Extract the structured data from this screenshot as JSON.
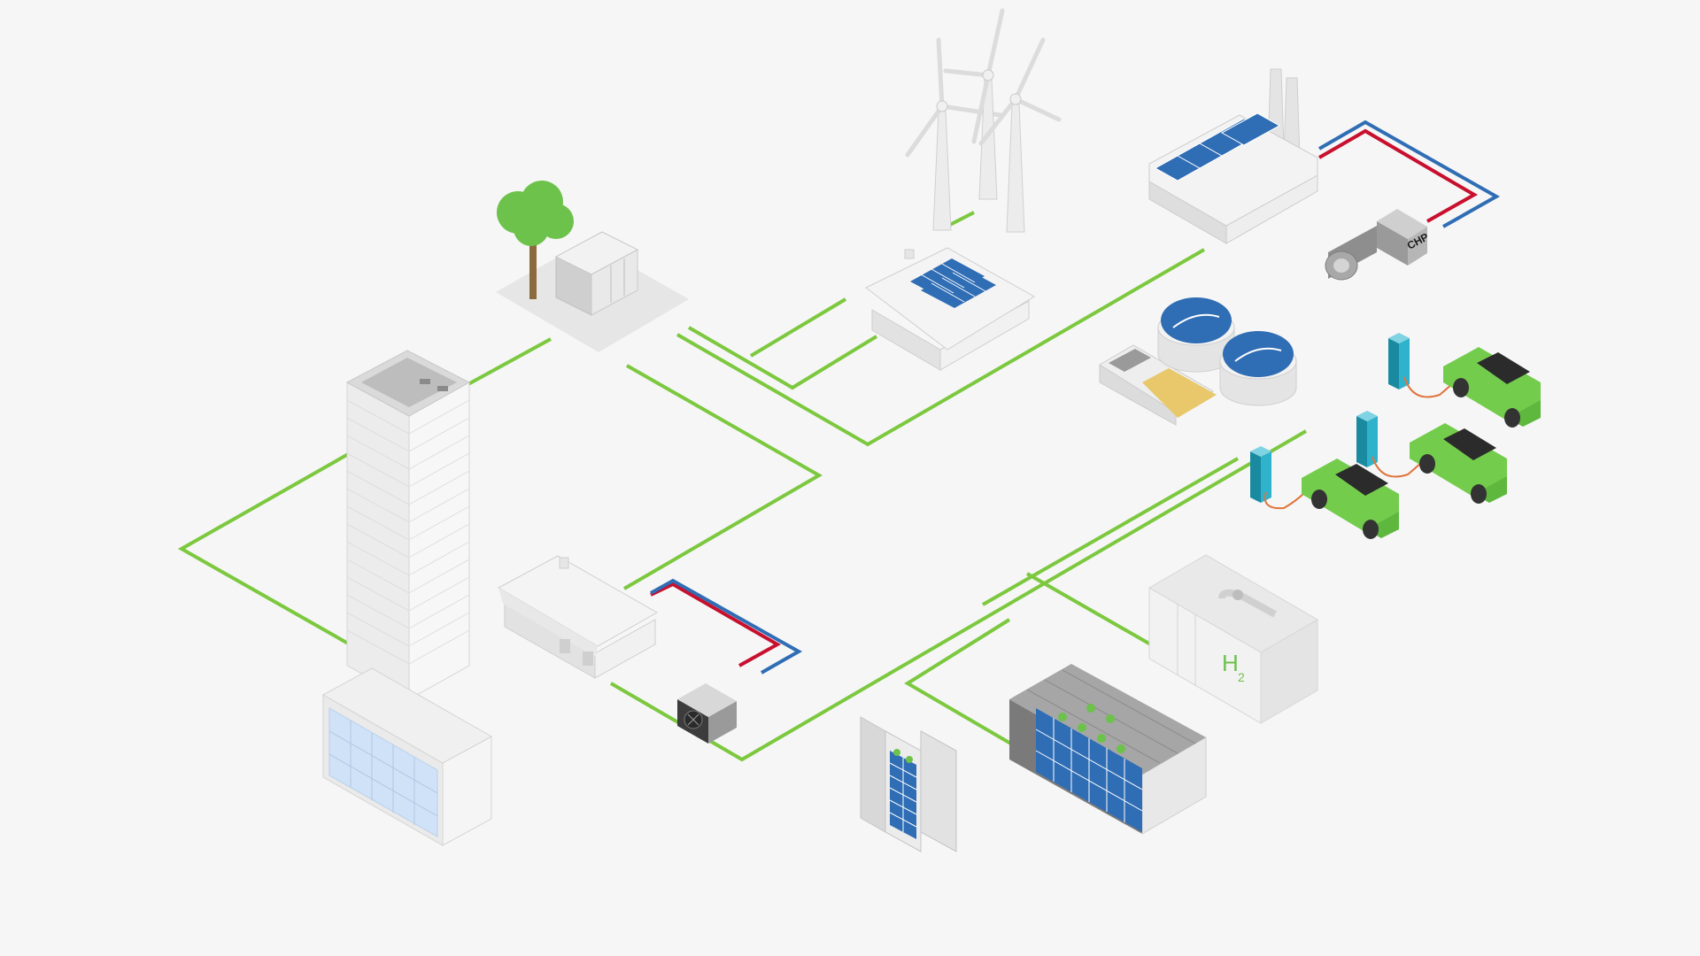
{
  "colors": {
    "background": "#f6f6f6",
    "grid_line": "#7cc83f",
    "hot_pipe": "#c8102e",
    "cold_pipe": "#2f6db5",
    "building_light": "#f2f2f2",
    "building_mid": "#dcdcdc",
    "building_dark": "#c6c6c6",
    "solar_panel": "#2f6db5",
    "ev_green": "#6cc24a",
    "charger_teal": "#1f9fb8",
    "tree_green": "#6cc24a",
    "sand": "#e8c86a"
  },
  "labels": {
    "chp": "CHP",
    "hydrogen_main": "H",
    "hydrogen_sub": "2"
  },
  "nodes": [
    {
      "name": "office-tower",
      "icon": "skyscraper-icon"
    },
    {
      "name": "transformer-station",
      "icon": "substation-icon"
    },
    {
      "name": "wind-farm",
      "icon": "wind-turbine-icon"
    },
    {
      "name": "solar-house",
      "icon": "house-solar-icon"
    },
    {
      "name": "industrial-plant",
      "icon": "factory-solar-icon"
    },
    {
      "name": "chp-unit",
      "icon": "chp-generator-icon"
    },
    {
      "name": "biogas-plant",
      "icon": "biogas-tanks-icon"
    },
    {
      "name": "ev-charging",
      "icon": "electric-car-icon"
    },
    {
      "name": "heat-pump-house",
      "icon": "house-heat-pump-icon"
    },
    {
      "name": "battery-cabinet",
      "icon": "battery-cabinet-icon"
    },
    {
      "name": "battery-container",
      "icon": "battery-container-icon"
    },
    {
      "name": "hydrogen-storage",
      "icon": "hydrogen-tank-icon"
    }
  ]
}
